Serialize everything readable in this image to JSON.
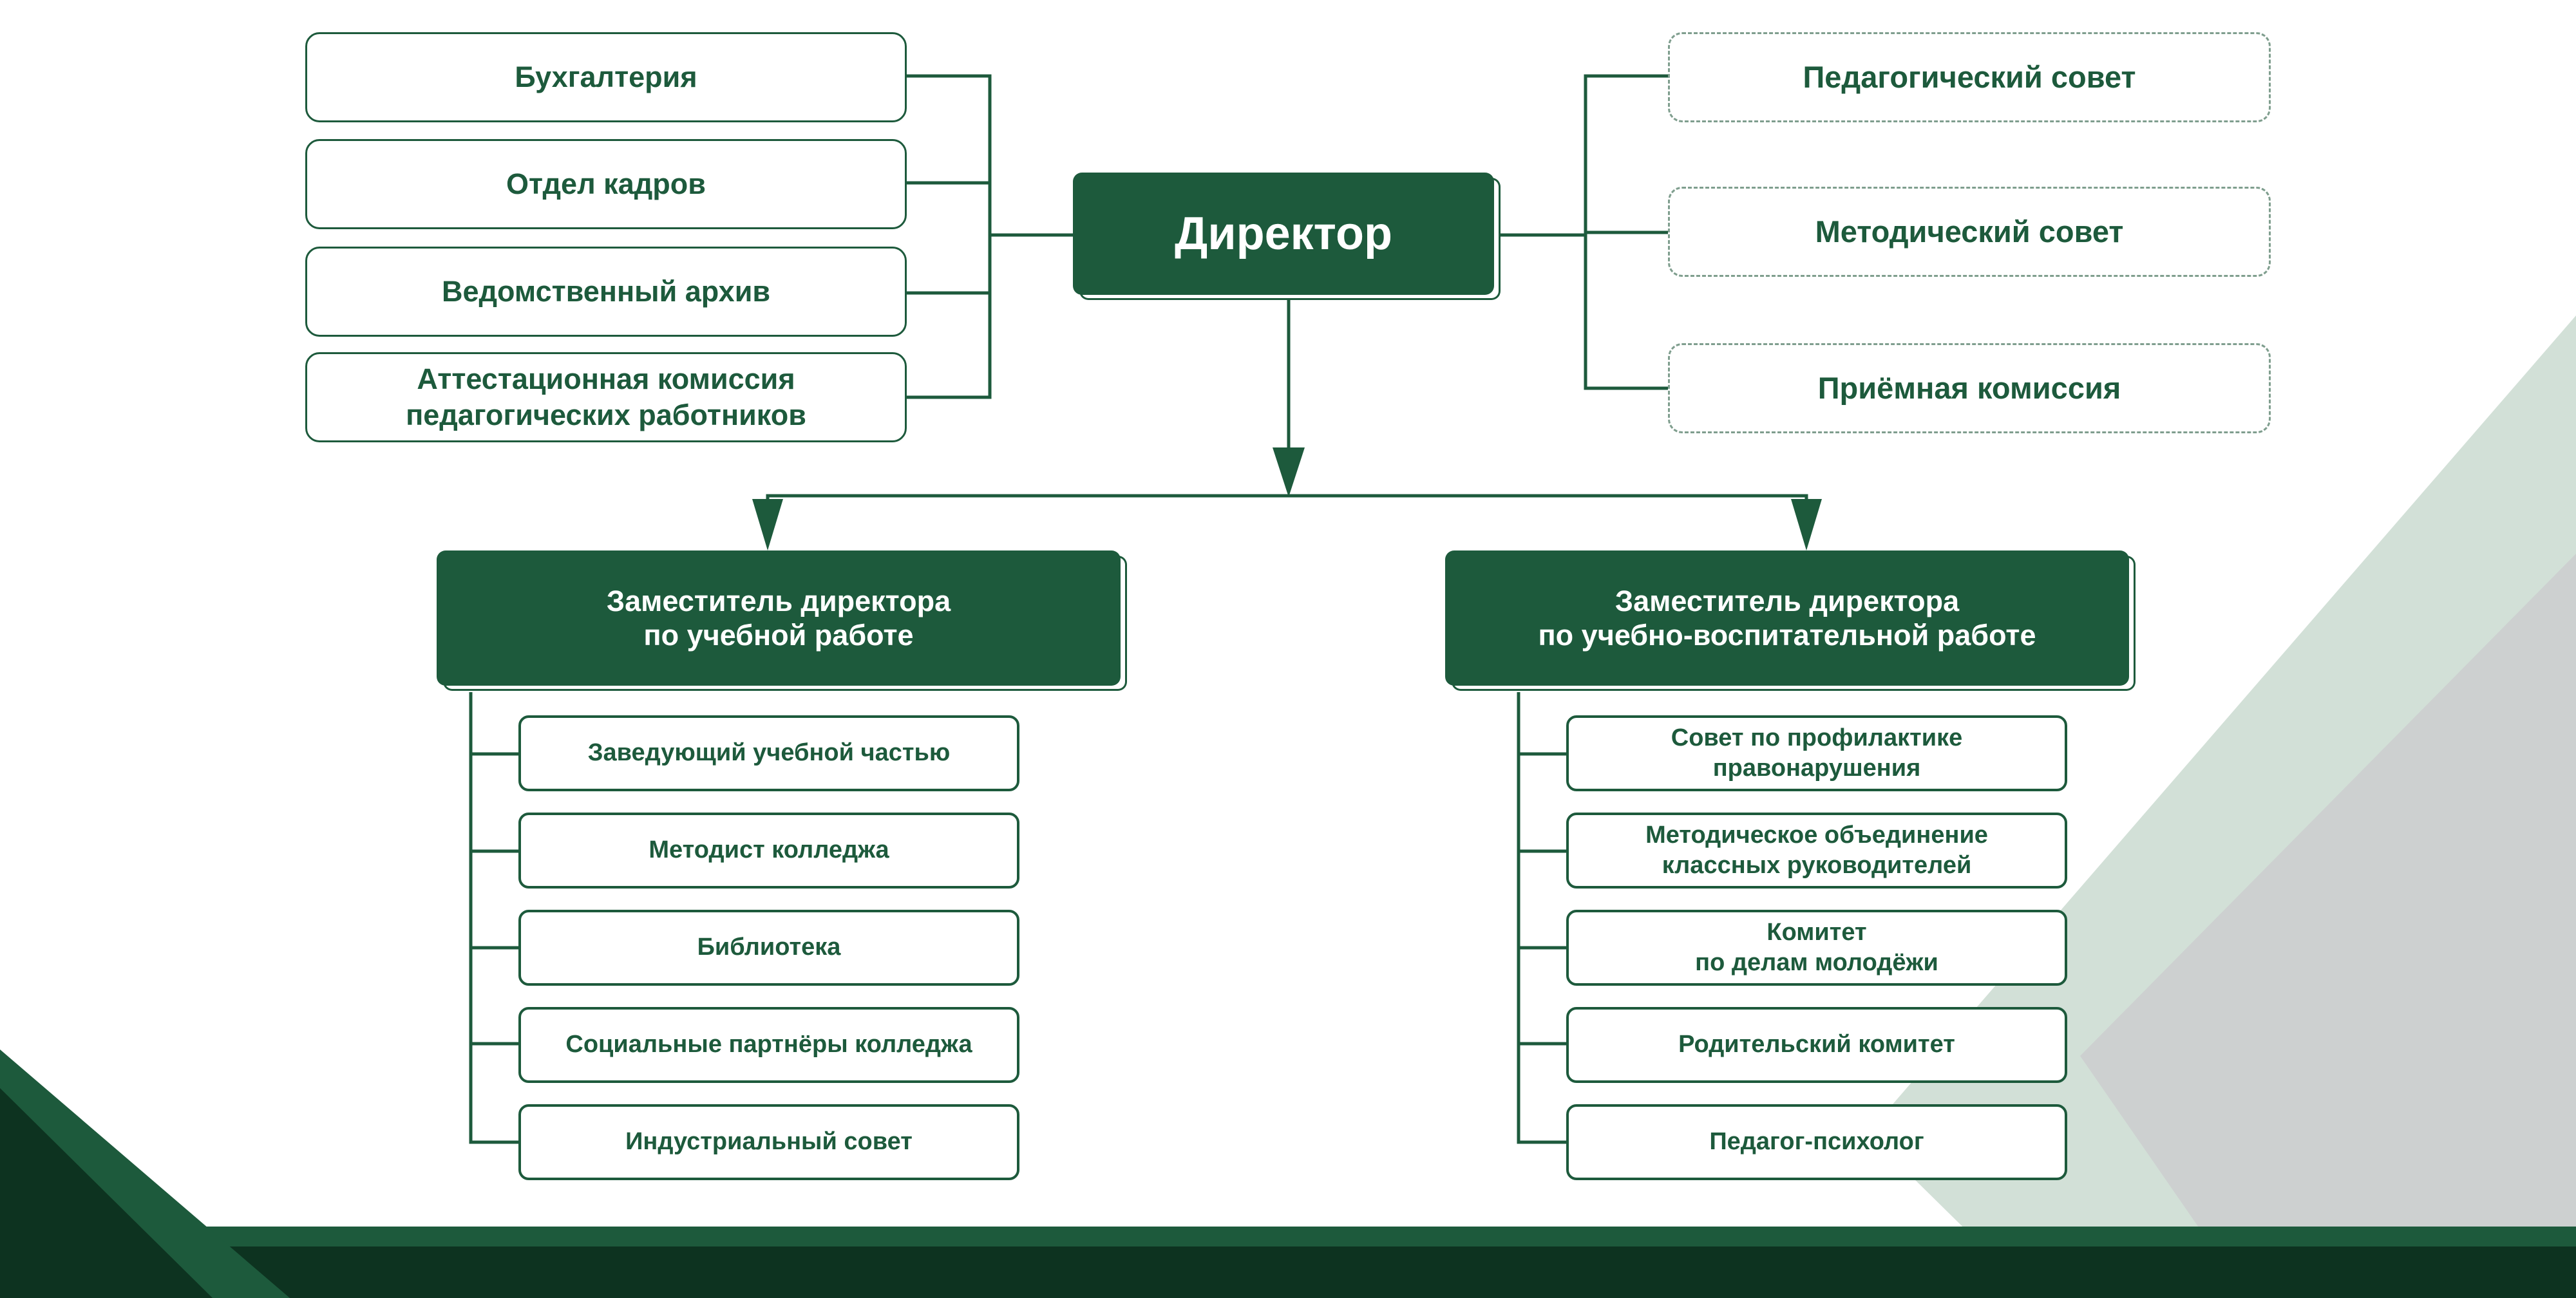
{
  "colors": {
    "primary": "#1d5a3c",
    "dark": "#0d3320",
    "light_triangle": "#d2e0d7",
    "grey_triangle": "#cdd0d0",
    "dashed_border": "#7f9e8e",
    "white": "#ffffff"
  },
  "director": {
    "label": "Директор"
  },
  "left_units": [
    {
      "label": "Бухгалтерия"
    },
    {
      "label": "Отдел кадров"
    },
    {
      "label": "Ведомственный архив"
    },
    {
      "label": "Аттестационная комиссия\nпедагогических работников"
    }
  ],
  "right_councils": [
    {
      "label": "Педагогический совет"
    },
    {
      "label": "Методический совет"
    },
    {
      "label": "Приёмная комиссия"
    }
  ],
  "deputy_left": {
    "label": "Заместитель директора\nпо учебной работе",
    "children": [
      {
        "label": "Заведующий учебной частью"
      },
      {
        "label": "Методист колледжа"
      },
      {
        "label": "Библиотека"
      },
      {
        "label": "Социальные партнёры колледжа"
      },
      {
        "label": "Индустриальный совет"
      }
    ]
  },
  "deputy_right": {
    "label": "Заместитель директора\nпо учебно-воспитательной работе",
    "children": [
      {
        "label": "Совет по профилактике\nправонарушения"
      },
      {
        "label": "Методическое объединение\nклассных руководителей"
      },
      {
        "label": "Комитет\nпо делам молодёжи"
      },
      {
        "label": "Родительский комитет"
      },
      {
        "label": "Педагог-психолог"
      }
    ]
  }
}
